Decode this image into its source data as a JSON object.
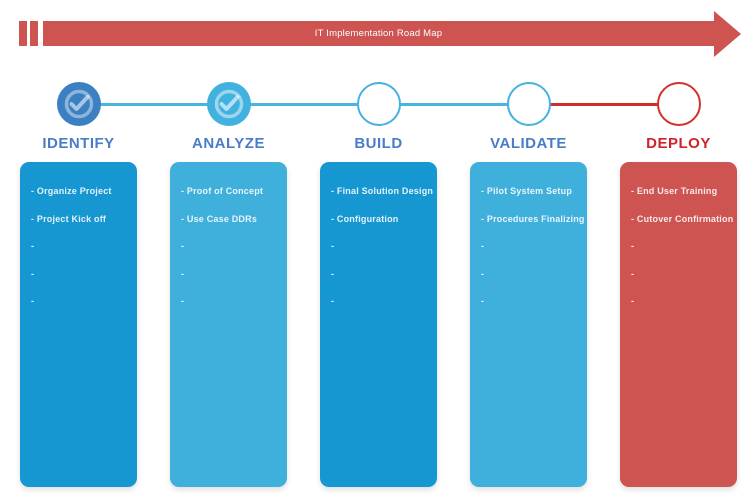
{
  "banner": {
    "title": "IT Implementation Road Map",
    "color": "#cd5451"
  },
  "colors": {
    "card_dark_blue": "#1797d1",
    "card_light_blue": "#3fafdc",
    "card_red": "#cd5451",
    "label_blue": "#4a7cc7",
    "label_red": "#d0222a",
    "step_done_dark_fill": "#3b80c2",
    "step_done_light_fill": "#41b1df",
    "step_outline_blue": "#45b2e0",
    "step_outline_red": "#d2302c",
    "connector_blue": "#4ab3e0",
    "connector_red": "#cf2d2a"
  },
  "phases": [
    {
      "label": "IDENTIFY",
      "status": "complete",
      "items": [
        "- Organize Project",
        "- Project Kick off",
        "-",
        "-",
        "-"
      ]
    },
    {
      "label": "ANALYZE",
      "status": "complete",
      "items": [
        "- Proof of Concept",
        "- Use Case DDRs",
        "-",
        "-",
        "-"
      ]
    },
    {
      "label": "BUILD",
      "status": "upcoming",
      "items": [
        "- Final Solution Design",
        "- Configuration",
        "-",
        "-",
        "-"
      ]
    },
    {
      "label": "VALIDATE",
      "status": "upcoming",
      "items": [
        "- Pilot System Setup",
        "- Procedures Finalizing",
        "-",
        "-",
        "-"
      ]
    },
    {
      "label": "DEPLOY",
      "status": "upcoming",
      "items": [
        "- End User Training",
        "- Cutover Confirmation",
        "-",
        "-",
        "-"
      ]
    }
  ]
}
